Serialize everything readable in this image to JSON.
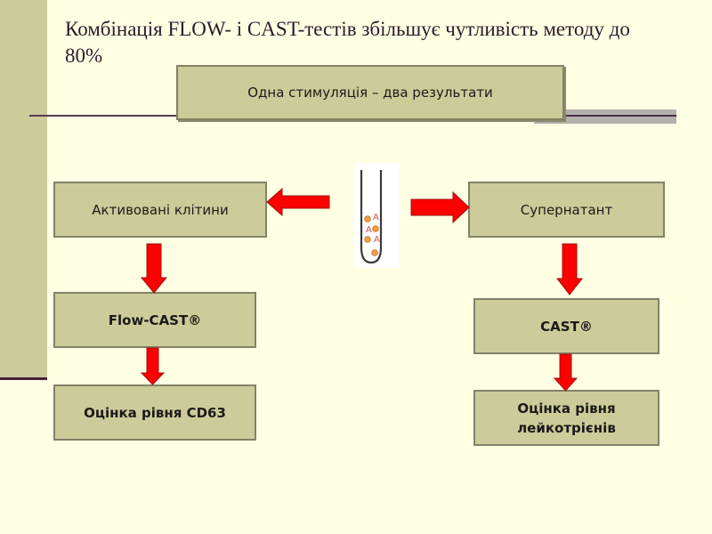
{
  "slide": {
    "title": "Комбінація FLOW- і CAST-тестів збільшує чутливість методу до 80%",
    "accent_color": "#cccc9a",
    "arrow_color": "#ff0000"
  },
  "diagram": {
    "top_box": "Одна стимуляція – два результати",
    "center_image": {
      "icon": "test-tube-icon",
      "labels": [
        "A",
        "A",
        "A"
      ]
    },
    "left_branch": {
      "source": "Активовані клітини",
      "method": "Flow-CAST®",
      "result": "Оцінка рівня CD63"
    },
    "right_branch": {
      "source": "Супернатант",
      "method": "CAST®",
      "result_line1": "Оцінка рівня",
      "result_line2": "лейкотрієнів"
    }
  }
}
